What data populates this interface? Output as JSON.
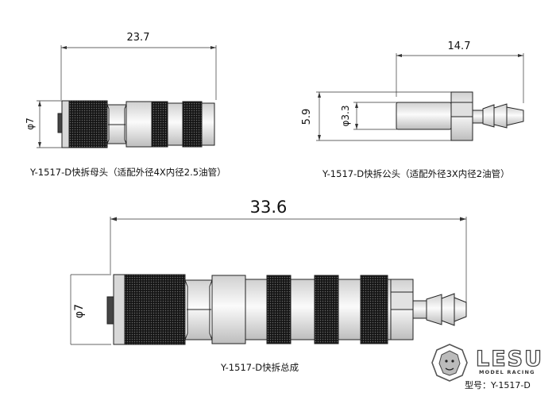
{
  "female": {
    "length_label": "23.7",
    "diameter_label": "φ7",
    "caption": "Y-1517-D快拆母头（适配外径4X内径2.5油管）"
  },
  "male": {
    "length_label": "14.7",
    "height_label": "5.9",
    "diameter_label": "φ3.3",
    "caption": "Y-1517-D快拆公头（适配外径3X内径2油管）"
  },
  "assembly": {
    "length_label": "33.6",
    "diameter_label": "φ7",
    "caption": "Y-1517-D快拆总成"
  },
  "brand": {
    "logo_text": "LESU",
    "sub_text": "MODEL RACING",
    "model_label": "型号：Y-1517-D"
  }
}
